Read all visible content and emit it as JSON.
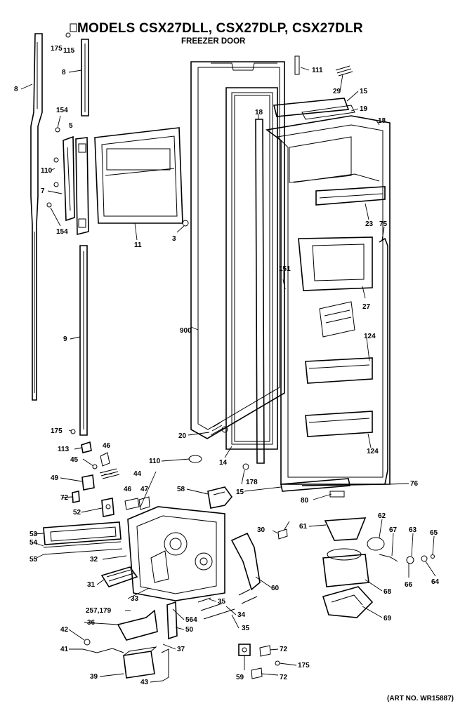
{
  "header": {
    "title": "MODELS CSX27DLL, CSX27DLP, CSX27DLR",
    "subtitle": "FREEZER DOOR"
  },
  "footer": {
    "art_number": "(ART NO. WR15887)"
  },
  "labels": {
    "p175a": "175",
    "p115": "115",
    "p8a": "8",
    "p8b": "8",
    "p154a": "154",
    "p5": "5",
    "p110a": "110",
    "p7": "7",
    "p154b": "154",
    "p11": "11",
    "p3": "3",
    "p9": "9",
    "p175b": "175",
    "p113": "113",
    "p46a": "46",
    "p45": "45",
    "p44": "44",
    "p49": "49",
    "p46b": "46",
    "p47": "47",
    "p72a": "72",
    "p52": "52",
    "p53": "53",
    "p54": "54",
    "p55": "55",
    "p32": "32",
    "p31": "31",
    "p33": "33",
    "p257": "257,179",
    "p36": "36",
    "p42": "42",
    "p41": "41",
    "p39": "39",
    "p43": "43",
    "p37": "37",
    "p50": "50",
    "p564": "564",
    "p35a": "35",
    "p34": "34",
    "p35b": "35",
    "p111": "111",
    "p29": "29",
    "p15a": "15",
    "p19": "19",
    "p18a": "18",
    "p18b": "18",
    "p23": "23",
    "p75": "75",
    "p151": "151",
    "p27": "27",
    "p900": "900",
    "p124a": "124",
    "p124b": "124",
    "p20": "20",
    "p14": "14",
    "p110b": "110",
    "p178": "178",
    "p15b": "15",
    "p76": "76",
    "p58": "58",
    "p80": "80",
    "p61": "61",
    "p62": "62",
    "p67": "67",
    "p63": "63",
    "p65": "65",
    "p30": "30",
    "p66": "66",
    "p64": "64",
    "p60": "60",
    "p68": "68",
    "p69": "69",
    "p72b": "72",
    "p175c": "175",
    "p59": "59",
    "p72c": "72"
  }
}
